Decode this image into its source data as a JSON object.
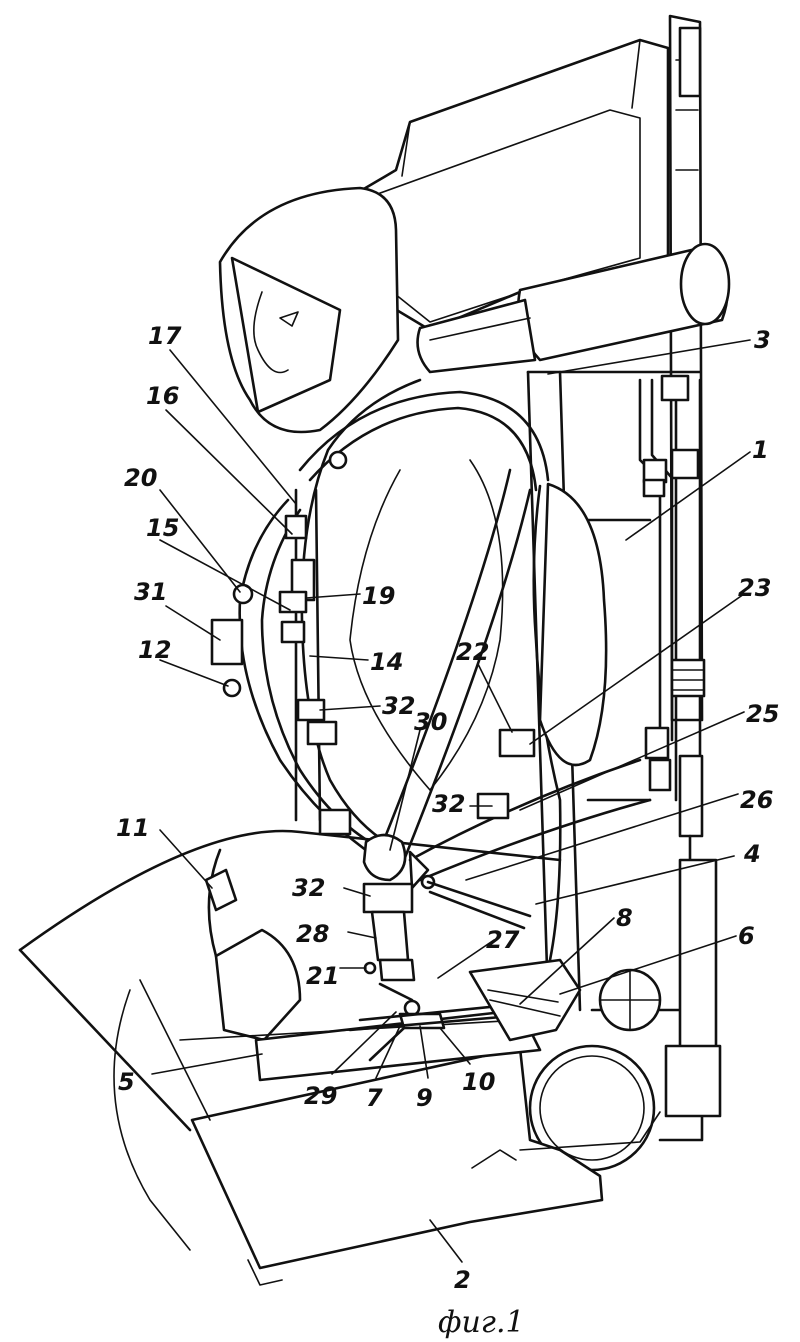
{
  "figure": {
    "caption": "фиг.1",
    "labels": [
      {
        "id": "l1",
        "text": "1"
      },
      {
        "id": "l2",
        "text": "2"
      },
      {
        "id": "l3",
        "text": "3"
      },
      {
        "id": "l4",
        "text": "4"
      },
      {
        "id": "l5",
        "text": "5"
      },
      {
        "id": "l6",
        "text": "6"
      },
      {
        "id": "l7",
        "text": "7"
      },
      {
        "id": "l8",
        "text": "8"
      },
      {
        "id": "l9",
        "text": "9"
      },
      {
        "id": "l10",
        "text": "10"
      },
      {
        "id": "l11",
        "text": "11"
      },
      {
        "id": "l12",
        "text": "12"
      },
      {
        "id": "l14",
        "text": "14"
      },
      {
        "id": "l15",
        "text": "15"
      },
      {
        "id": "l16",
        "text": "16"
      },
      {
        "id": "l17",
        "text": "17"
      },
      {
        "id": "l19",
        "text": "19"
      },
      {
        "id": "l20",
        "text": "20"
      },
      {
        "id": "l21",
        "text": "21"
      },
      {
        "id": "l22",
        "text": "22"
      },
      {
        "id": "l23",
        "text": "23"
      },
      {
        "id": "l25",
        "text": "25"
      },
      {
        "id": "l26",
        "text": "26"
      },
      {
        "id": "l27",
        "text": "27"
      },
      {
        "id": "l28",
        "text": "28"
      },
      {
        "id": "l29",
        "text": "29"
      },
      {
        "id": "l30",
        "text": "30"
      },
      {
        "id": "l31",
        "text": "31"
      },
      {
        "id": "l32a",
        "text": "32"
      },
      {
        "id": "l32b",
        "text": "32"
      },
      {
        "id": "l32c",
        "text": "32"
      }
    ]
  }
}
